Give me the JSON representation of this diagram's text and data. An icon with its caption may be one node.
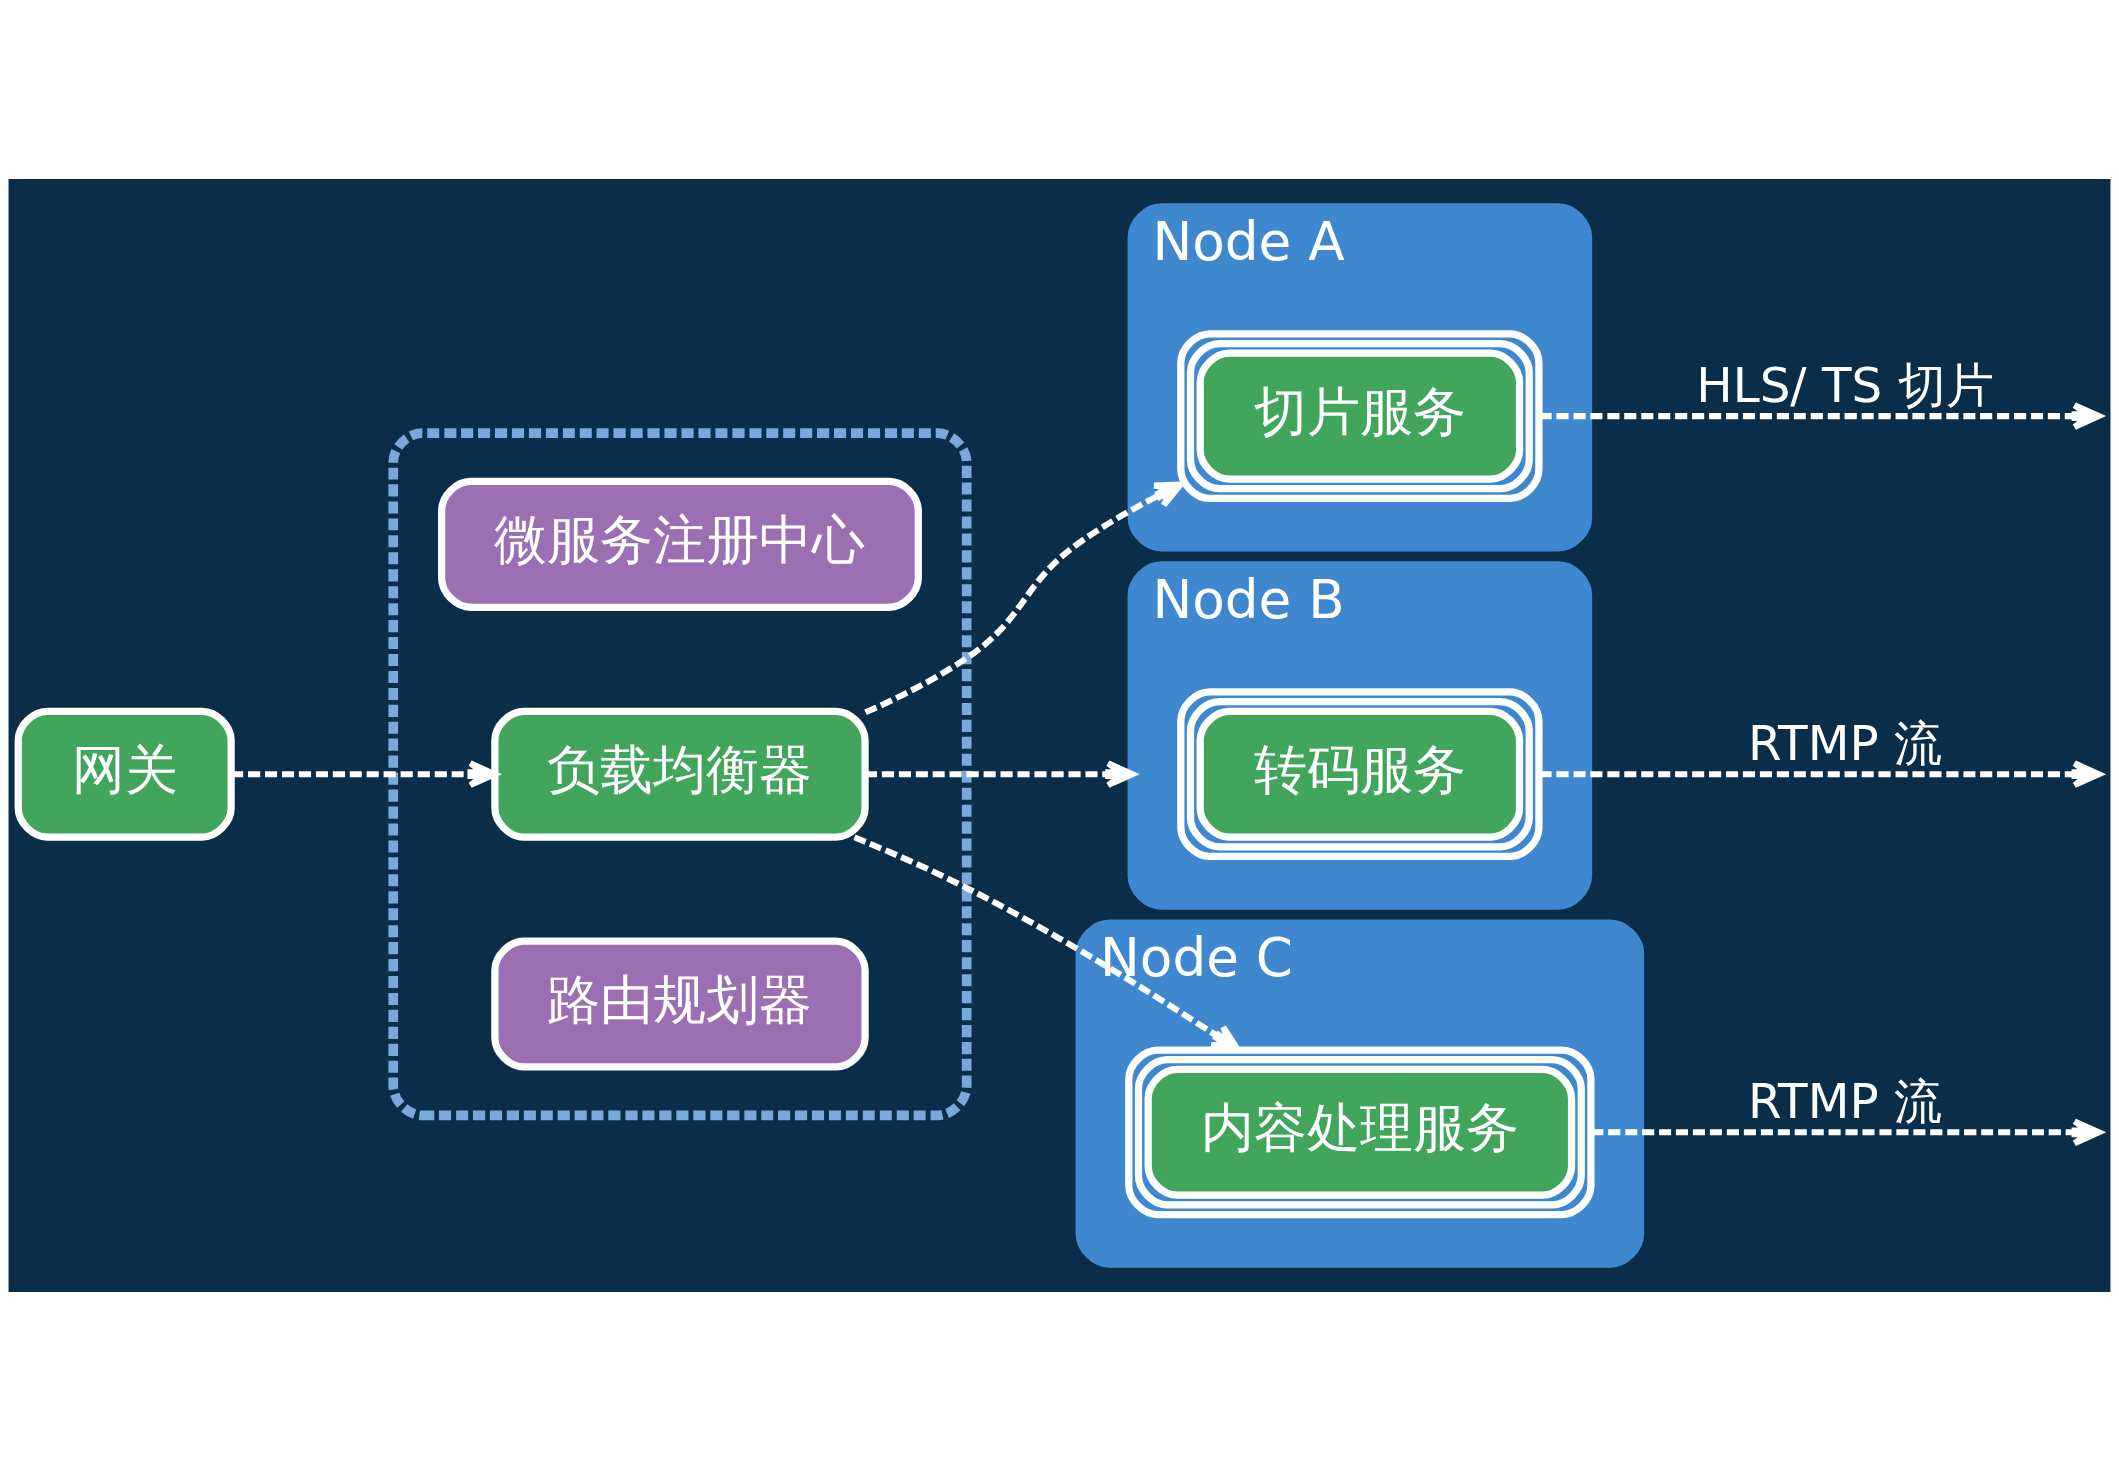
{
  "diagram": {
    "nodes": [
      {
        "text": [
          "网关"
        ]
      },
      {
        "text": [],
        "shape": "box"
      },
      {
        "text": [
          "微服务注册中心"
        ],
        "in": 1
      },
      {
        "text": [
          "负载均衡器"
        ],
        "in": 1
      },
      {
        "text": [
          "路由规划器"
        ],
        "in": 1
      },
      {
        "text": [
          "Node A"
        ]
      },
      {
        "text": [
          "切片服务"
        ],
        "in": 5
      },
      {
        "text": [
          "Node B"
        ]
      },
      {
        "text": [
          "转码服务"
        ],
        "in": 7
      },
      {
        "text": [
          "Node C"
        ]
      },
      {
        "text": [
          "内容处理服务"
        ],
        "in": 9
      }
    ],
    "edges": [
      {
        "from": 0,
        "to": 3,
        "arrow": "to",
        "style": "dashed"
      },
      {
        "from": 3,
        "to": 6,
        "arrow": "to",
        "style": "dashed"
      },
      {
        "from": 3,
        "to": 7,
        "arrow": "to",
        "style": "dashed"
      },
      {
        "from": 3,
        "to": 10,
        "arrow": "to",
        "style": "dashed"
      },
      {
        "from": 6,
        "to": null,
        "arrow": "to",
        "style": "dashed",
        "label": "HLS/ TS 切片"
      },
      {
        "from": 8,
        "to": null,
        "arrow": "to",
        "style": "dashed",
        "label": "RTMP 流"
      },
      {
        "from": 10,
        "to": null,
        "arrow": "to",
        "style": "dashed",
        "label": "RTMP 流"
      }
    ]
  }
}
